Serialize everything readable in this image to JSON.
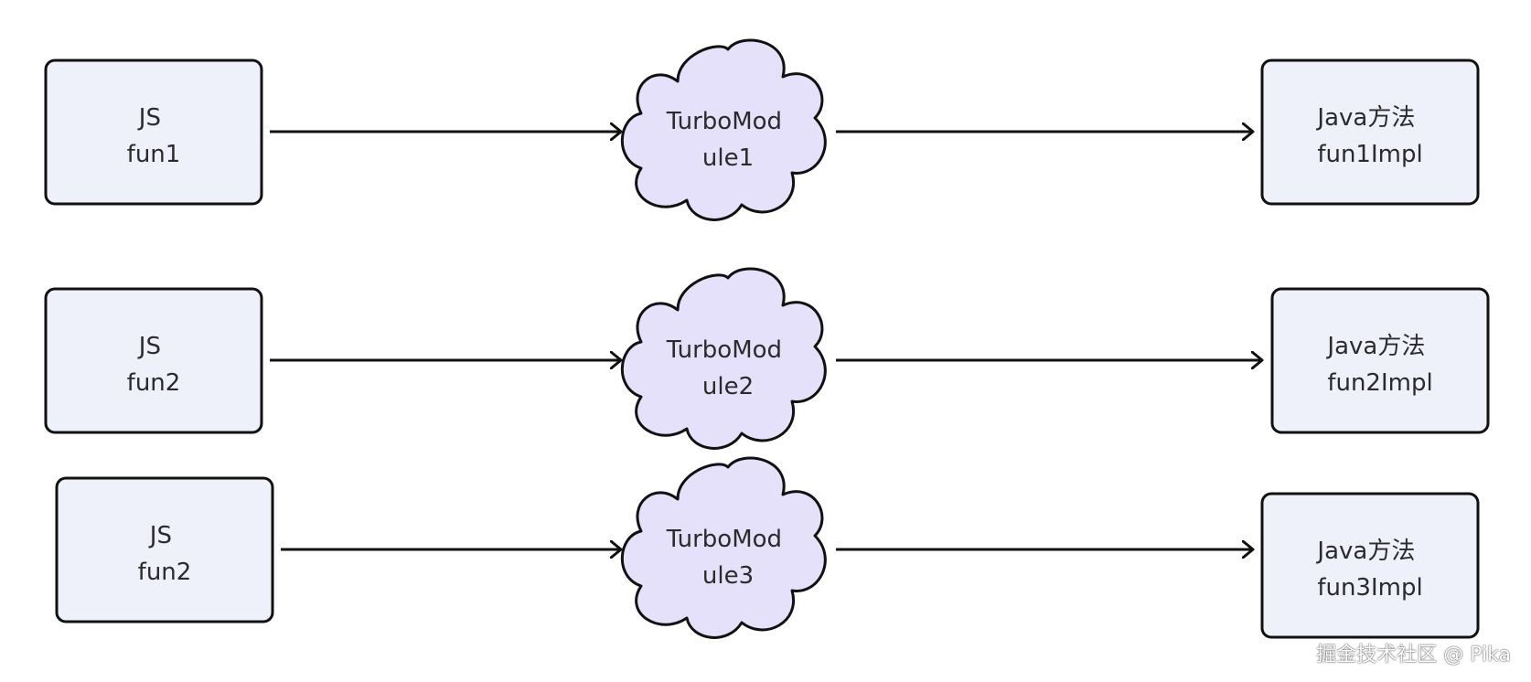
{
  "colors": {
    "box_fill": "#eef0fa",
    "cloud_fill": "#e6e1fa",
    "stroke": "#111111"
  },
  "rows": [
    {
      "js": {
        "line1": "JS",
        "line2": "fun1"
      },
      "module": {
        "line1": "TurboMod",
        "line2": "ule1"
      },
      "java": {
        "line1": "Java方法",
        "line2": "fun1Impl"
      }
    },
    {
      "js": {
        "line1": "JS",
        "line2": "fun2"
      },
      "module": {
        "line1": "TurboMod",
        "line2": "ule2"
      },
      "java": {
        "line1": "Java方法",
        "line2": "fun2Impl"
      }
    },
    {
      "js": {
        "line1": "JS",
        "line2": "fun2"
      },
      "module": {
        "line1": "TurboMod",
        "line2": "ule3"
      },
      "java": {
        "line1": "Java方法",
        "line2": "fun3Impl"
      }
    }
  ],
  "watermark": "掘金技术社区 @ Pika"
}
